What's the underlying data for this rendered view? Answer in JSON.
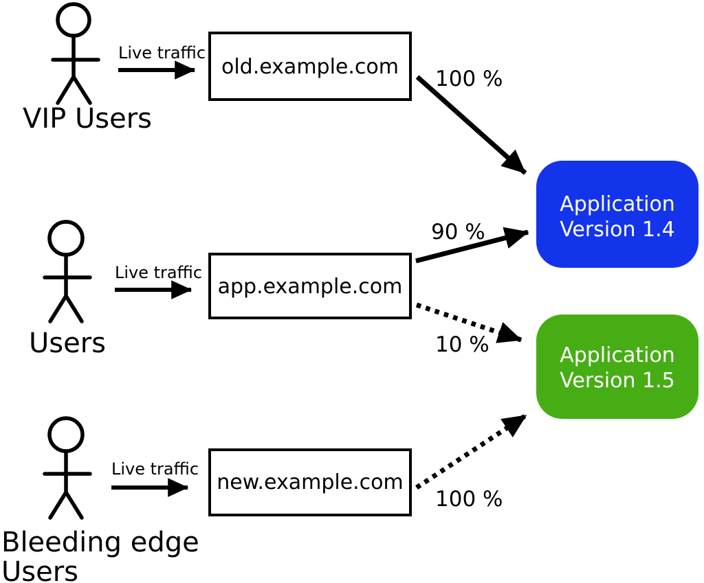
{
  "rows": [
    {
      "actor": "VIP Users",
      "traffic": "Live traffic",
      "domain": "old.example.com",
      "percent": "100 %"
    },
    {
      "actor": "Users",
      "traffic": "Live traffic",
      "domain": "app.example.com",
      "percent_to_v14": "90 %",
      "percent_to_v15": "10 %"
    },
    {
      "actor_line1": "Bleeding edge",
      "actor_line2": "Users",
      "traffic": "Live traffic",
      "domain": "new.example.com",
      "percent": "100 %"
    }
  ],
  "applications": [
    {
      "line1": "Application",
      "line2": "Version 1.4",
      "color": "#1434EC"
    },
    {
      "line1": "Application",
      "line2": "Version 1.5",
      "color": "#47AD15"
    }
  ]
}
